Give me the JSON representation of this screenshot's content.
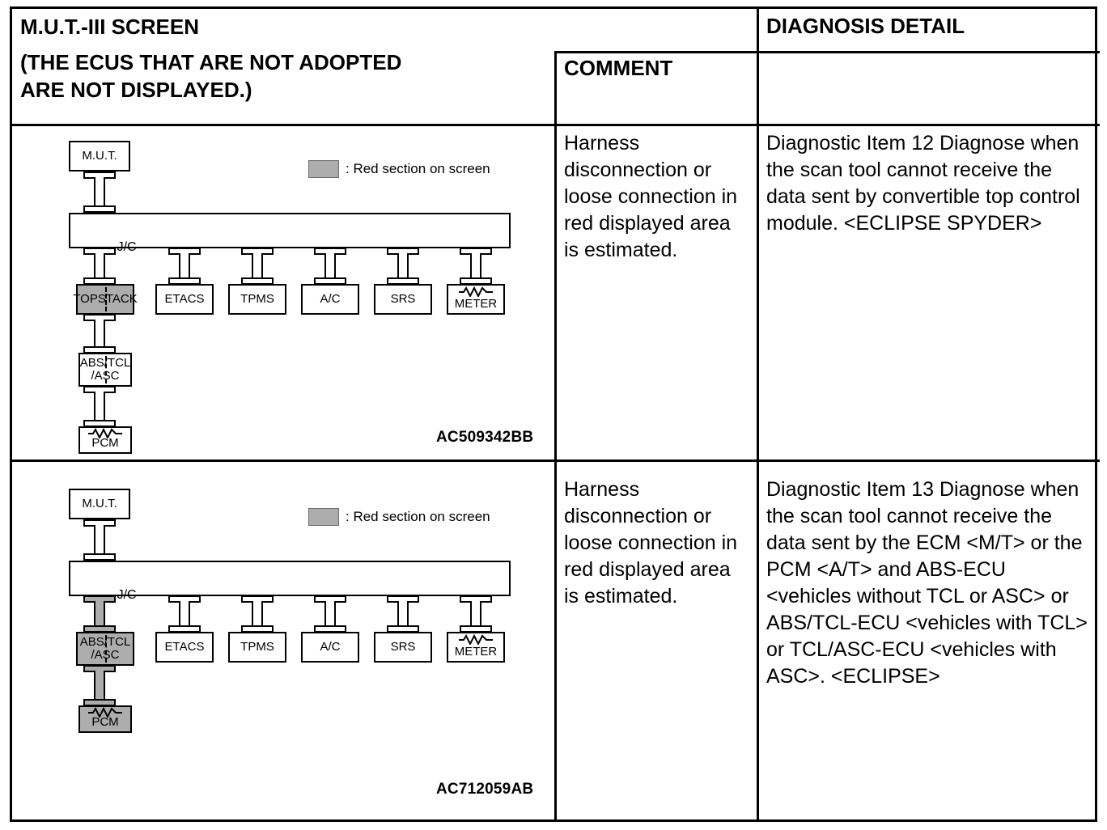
{
  "header": {
    "col1_line1": "M.U.T.-III SCREEN",
    "col1_line2": "(THE ECUS THAT ARE NOT ADOPTED",
    "col1_line3": "ARE NOT DISPLAYED.)",
    "col2": "COMMENT",
    "col3": "DIAGNOSIS DETAIL"
  },
  "colors": {
    "red_section_fill": "#adadad",
    "line": "#000000",
    "background": "#ffffff"
  },
  "rows": [
    {
      "comment": "Harness disconnection or loose connection in red displayed area is estimated.",
      "detail": "Diagnostic Item 12 Diagnose when the scan tool cannot receive the data sent by convertible top control module. <ECLIPSE SPYDER>",
      "figure_ref": "AC509342BB",
      "legend_label": ": Red section on screen",
      "diagram": {
        "top_node": "M.U.T.",
        "bus_node": "J/C",
        "branch_nodes": [
          "TOPSTACK",
          "ETACS",
          "TPMS",
          "A/C",
          "SRS",
          "METER"
        ],
        "chain_nodes": [
          "ABS/TCL\n/ASC",
          "PCM"
        ],
        "highlighted": [
          "TOPSTACK"
        ],
        "terminator_nodes": [
          "METER",
          "PCM"
        ],
        "split_nodes": [
          "TOPSTACK",
          "ABS/TCL\n/ASC"
        ]
      }
    },
    {
      "comment": "Harness disconnection or loose connection in red displayed area is estimated.",
      "detail": "Diagnostic Item 13 Diagnose when the scan tool cannot receive the data sent by the ECM <M/T> or the PCM <A/T> and ABS-ECU <vehicles without TCL or ASC> or ABS/TCL-ECU <vehicles with TCL> or TCL/ASC-ECU <vehicles with ASC>.  <ECLIPSE>",
      "figure_ref": "AC712059AB",
      "legend_label": ": Red section on screen",
      "diagram": {
        "top_node": "M.U.T.",
        "bus_node": "J/C",
        "branch_nodes": [
          "ABS/TCL\n/ASC",
          "ETACS",
          "TPMS",
          "A/C",
          "SRS",
          "METER"
        ],
        "chain_nodes": [
          "PCM"
        ],
        "highlighted": [
          "ABS/TCL\n/ASC",
          "PCM"
        ],
        "terminator_nodes": [
          "METER",
          "PCM"
        ],
        "split_nodes": [
          "ABS/TCL\n/ASC"
        ]
      }
    }
  ]
}
